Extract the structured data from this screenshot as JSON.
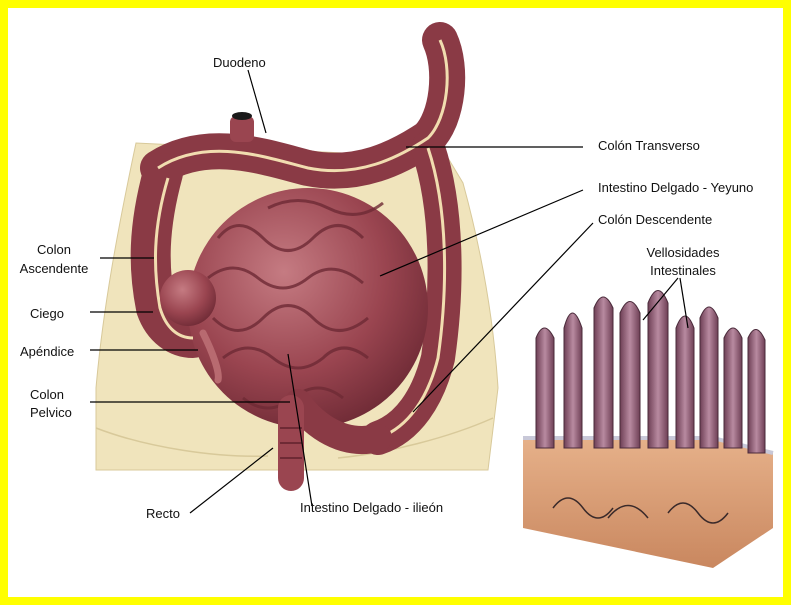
{
  "colors": {
    "border": "#ffff00",
    "background": "#ffffff",
    "intestine": "#9a4550",
    "intestine_dark": "#6e2a35",
    "torso": "#f0e4bc",
    "leader": "#000000"
  },
  "labels": {
    "duodeno": "Duodeno",
    "colon_transverso": "Colón Transverso",
    "yeyuno": "Intestino Delgado - Yeyuno",
    "colon_descendente": "Colón Descendente",
    "colon_ascendente_1": "Colon",
    "colon_ascendente_2": "Ascendente",
    "ciego": "Ciego",
    "apendice": "Apéndice",
    "colon_pelvico_1": "Colon",
    "colon_pelvico_2": "Pelvico",
    "recto": "Recto",
    "ileon": "Intestino Delgado - ilieón",
    "vellosidades_1": "Vellosidades",
    "vellosidades_2": "Intestinales"
  },
  "icons": {
    "main_illustration": "large-intestine-illustration",
    "inset_illustration": "intestinal-villi-illustration"
  }
}
